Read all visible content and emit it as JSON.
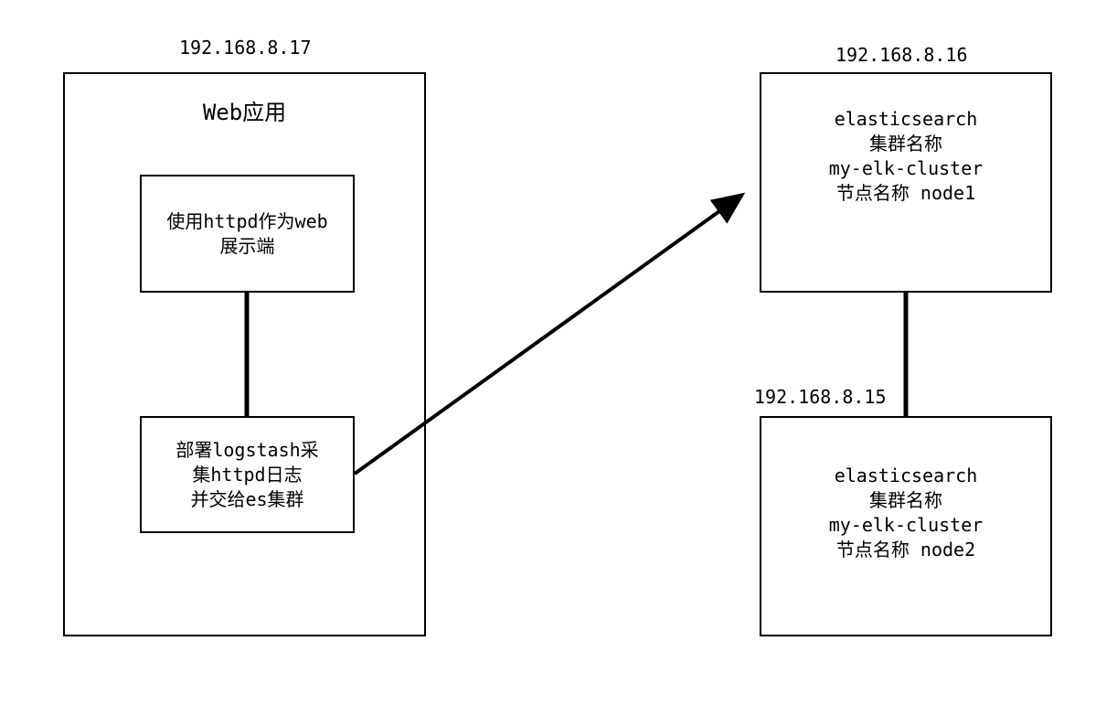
{
  "web_host": {
    "ip": "192.168.8.17",
    "title": "Web应用",
    "httpd_box": {
      "lines": [
        "使用httpd作为web",
        "展示端"
      ]
    },
    "logstash_box": {
      "lines": [
        "部署logstash采",
        "集httpd日志",
        "并交给es集群"
      ]
    }
  },
  "es_node1": {
    "ip": "192.168.8.16",
    "lines": [
      "elasticsearch",
      "集群名称",
      "my-elk-cluster",
      "节点名称 node1"
    ]
  },
  "es_node2": {
    "ip": "192.168.8.15",
    "lines": [
      "elasticsearch",
      "集群名称",
      "my-elk-cluster",
      "节点名称 node2"
    ]
  },
  "colors": {
    "line": "#000000",
    "background": "#ffffff"
  }
}
